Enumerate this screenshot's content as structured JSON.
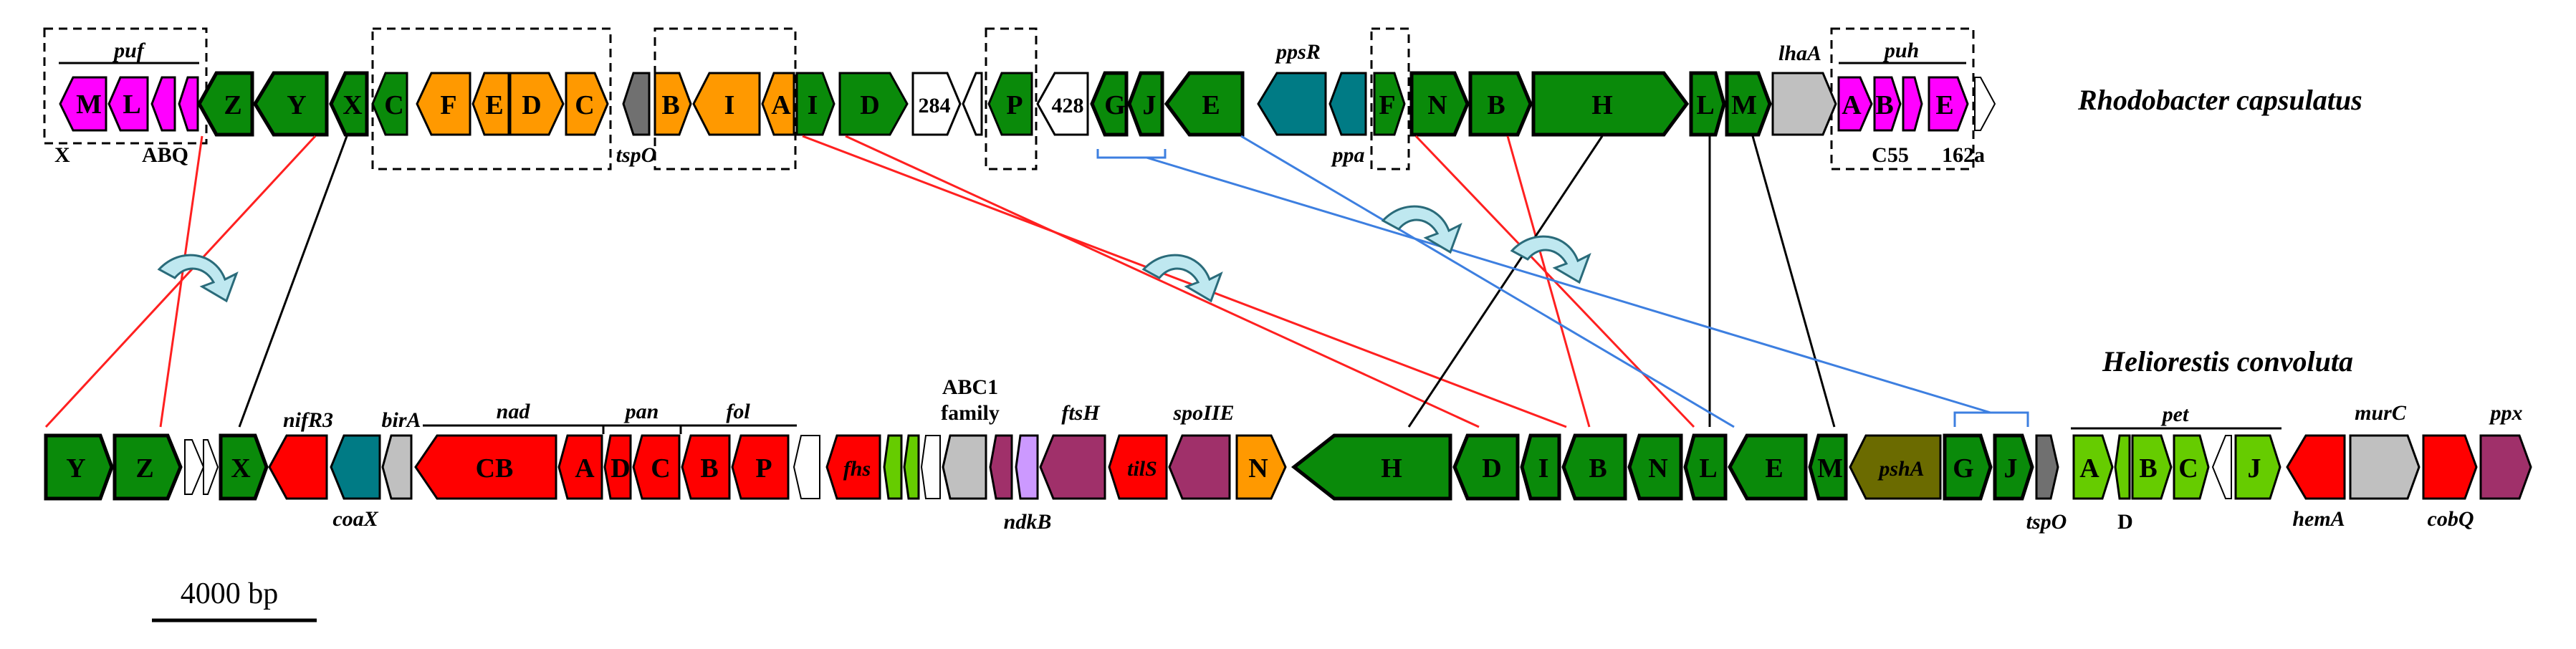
{
  "organisms": {
    "top": "Rhodobacter capsulatus",
    "bottom": "Heliorestis convoluta"
  },
  "scale_bar": {
    "label": "4000 bp"
  },
  "top_genes": [
    {
      "label": "M",
      "color": "#ff00ff"
    },
    {
      "label": "L",
      "color": "#ff00ff"
    },
    {
      "label": "",
      "color": "#ff00ff"
    },
    {
      "label": "",
      "color": "#ff00ff"
    },
    {
      "label": "Z",
      "color": "#0a8a0a"
    },
    {
      "label": "Y",
      "color": "#0a8a0a"
    },
    {
      "label": "X",
      "color": "#0a8a0a"
    },
    {
      "label": "C",
      "color": "#0a8a0a"
    },
    {
      "label": "F",
      "color": "#ff9900"
    },
    {
      "label": "E",
      "color": "#ff9900"
    },
    {
      "label": "D",
      "color": "#ff9900"
    },
    {
      "label": "C",
      "color": "#ff9900"
    },
    {
      "label": "",
      "color": "#707070"
    },
    {
      "label": "B",
      "color": "#ff9900"
    },
    {
      "label": "I",
      "color": "#ff9900"
    },
    {
      "label": "A",
      "color": "#ff9900"
    },
    {
      "label": "I",
      "color": "#0a8a0a"
    },
    {
      "label": "D",
      "color": "#0a8a0a"
    },
    {
      "label": "284",
      "color": "#ffffff"
    },
    {
      "label": "",
      "color": "#ffffff"
    },
    {
      "label": "P",
      "color": "#0a8a0a"
    },
    {
      "label": "428",
      "color": "#ffffff"
    },
    {
      "label": "G",
      "color": "#0a8a0a"
    },
    {
      "label": "J",
      "color": "#0a8a0a"
    },
    {
      "label": "E",
      "color": "#0a8a0a"
    },
    {
      "label": "",
      "color": "#007b85"
    },
    {
      "label": "",
      "color": "#007b85"
    },
    {
      "label": "F",
      "color": "#0a8a0a"
    },
    {
      "label": "N",
      "color": "#0a8a0a"
    },
    {
      "label": "B",
      "color": "#0a8a0a"
    },
    {
      "label": "H",
      "color": "#0a8a0a"
    },
    {
      "label": "L",
      "color": "#0a8a0a"
    },
    {
      "label": "M",
      "color": "#0a8a0a"
    },
    {
      "label": "",
      "color": "#c0c0c0"
    },
    {
      "label": "A",
      "color": "#ff00ff"
    },
    {
      "label": "B",
      "color": "#ff00ff"
    },
    {
      "label": "",
      "color": "#ff00ff"
    },
    {
      "label": "E",
      "color": "#ff00ff"
    },
    {
      "label": "",
      "color": "#ffffff"
    }
  ],
  "top_labels": {
    "puf": "puf",
    "X": "X",
    "ABQ": "ABQ",
    "tspO": "tspO",
    "ppsR": "ppsR",
    "ppa": "ppa",
    "lhaA": "lhaA",
    "puh": "puh",
    "C55": "C55",
    "n162a": "162a"
  },
  "bottom_genes": [
    {
      "label": "Y",
      "color": "#0a8a0a"
    },
    {
      "label": "Z",
      "color": "#0a8a0a"
    },
    {
      "label": "",
      "color": "#ffffff"
    },
    {
      "label": "",
      "color": "#ffffff"
    },
    {
      "label": "X",
      "color": "#0a8a0a"
    },
    {
      "label": "",
      "color": "#ff0000"
    },
    {
      "label": "",
      "color": "#007b85"
    },
    {
      "label": "",
      "color": "#c0c0c0"
    },
    {
      "label": "CB",
      "color": "#ff0000"
    },
    {
      "label": "A",
      "color": "#ff0000"
    },
    {
      "label": "D",
      "color": "#ff0000"
    },
    {
      "label": "C",
      "color": "#ff0000"
    },
    {
      "label": "B",
      "color": "#ff0000"
    },
    {
      "label": "P",
      "color": "#ff0000"
    },
    {
      "label": "",
      "color": "#ffffff"
    },
    {
      "label": "fhs",
      "color": "#ff0000"
    },
    {
      "label": "",
      "color": "#66cc00"
    },
    {
      "label": "",
      "color": "#66cc00"
    },
    {
      "label": "",
      "color": "#ffffff"
    },
    {
      "label": "",
      "color": "#c0c0c0"
    },
    {
      "label": "",
      "color": "#a0306a"
    },
    {
      "label": "",
      "color": "#cc99ff"
    },
    {
      "label": "",
      "color": "#a0306a"
    },
    {
      "label": "tilS",
      "color": "#ff0000"
    },
    {
      "label": "",
      "color": "#a0306a"
    },
    {
      "label": "N",
      "color": "#ff9900"
    },
    {
      "label": "H",
      "color": "#0a8a0a"
    },
    {
      "label": "D",
      "color": "#0a8a0a"
    },
    {
      "label": "I",
      "color": "#0a8a0a"
    },
    {
      "label": "B",
      "color": "#0a8a0a"
    },
    {
      "label": "N",
      "color": "#0a8a0a"
    },
    {
      "label": "L",
      "color": "#0a8a0a"
    },
    {
      "label": "E",
      "color": "#0a8a0a"
    },
    {
      "label": "M",
      "color": "#0a8a0a"
    },
    {
      "label": "pshA",
      "color": "#6b6b00"
    },
    {
      "label": "G",
      "color": "#0a8a0a"
    },
    {
      "label": "J",
      "color": "#0a8a0a"
    },
    {
      "label": "",
      "color": "#707070"
    },
    {
      "label": "A",
      "color": "#66cc00"
    },
    {
      "label": "",
      "color": "#66cc00"
    },
    {
      "label": "B",
      "color": "#66cc00"
    },
    {
      "label": "C",
      "color": "#66cc00"
    },
    {
      "label": "",
      "color": "#ffffff"
    },
    {
      "label": "J",
      "color": "#66cc00"
    },
    {
      "label": "",
      "color": "#ff0000"
    },
    {
      "label": "",
      "color": "#c0c0c0"
    },
    {
      "label": "",
      "color": "#ff0000"
    },
    {
      "label": "",
      "color": "#a0306a"
    }
  ],
  "bottom_labels": {
    "nifR3": "nifR3",
    "coaX": "coaX",
    "birA": "birA",
    "nad": "nad",
    "pan": "pan",
    "fol": "fol",
    "ABC1": "ABC1",
    "family": "family",
    "ftsH": "ftsH",
    "spoIIE": "spoIIE",
    "ndkB": "ndkB",
    "tspO": "tspO",
    "pet": "pet",
    "D": "D",
    "hemA": "hemA",
    "murC": "murC",
    "cobQ": "cobQ",
    "ppx": "ppx"
  },
  "link_colors": {
    "red": "#ff2020",
    "black": "#000000",
    "blue": "#3d7fe0",
    "arrow": "#bfe8f0"
  }
}
